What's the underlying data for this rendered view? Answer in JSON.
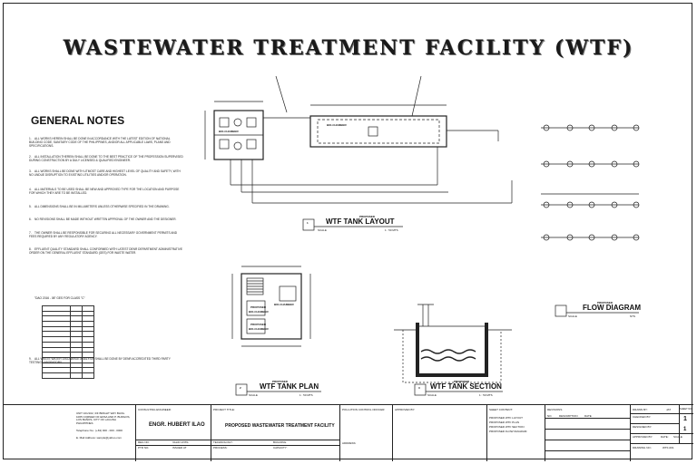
{
  "title": "WASTEWATER TREATMENT FACILITY (WTF)",
  "notes": {
    "heading": "GENERAL NOTES",
    "items": [
      {
        "n": "1.",
        "text": "ALL WORKS HEREIN SHALL BE DONE IN ACCORDANCE WITH THE LATEST EDITION OF NATIONAL BUILDING CODE, SANITARY CODE OF THE PHILIPPINES, AND/OR ALL APPLICABLE LAWS, PLANS AND SPECIFICATIONS."
      },
      {
        "n": "2.",
        "text": "ALL INSTALLATION THEREIN SHALL BE DONE TO THE BEST PRACTICE OF THE PROFESSION SUPERVISED DURING CONSTRUCTION BY A DULY LICENSED & QUALIFIED ENGINEER."
      },
      {
        "n": "3.",
        "text": "ALL WORKS SHALL BE DONE WITH UTMOST CARE AND HIGHEST LEVEL OF QUALITY AND SAFETY, WITH NO UNDUE DISRUPTION TO EXISTING UTILITIES AND/OR OPERATION."
      },
      {
        "n": "4.",
        "text": "ALL MATERIALS TO BE USED SHALL BE NEW AND APPROVED TYPE FOR THE LOCATION AND PURPOSE FOR WHICH THEY ARE TO BE INSTALLED."
      },
      {
        "n": "5.",
        "text": "ALL DIMENSIONS SHALL BE IN MILLIMETERS UNLESS OTHERWISE SPECIFIED IN THE DRAWING."
      },
      {
        "n": "6.",
        "text": "NO REVISIONS SHALL BE MADE WITHOUT WRITTEN APPROVAL OF THE OWNER AND THE DESIGNER."
      },
      {
        "n": "7.",
        "text": "THE OWNER SHALL BE RESPONSIBLE FOR SECURING ALL NECESSARY GOVERNMENT PERMITS AND FEES REQUIRED BY ANY REGULATORY AGENCY."
      },
      {
        "n": "8.",
        "text": "EFFLUENT QUALITY STANDARD SHALL CONFORMED WITH LATEST DENR DEPARTMENT ADMINISTRATIVE ORDER ON THE GENERAL EFFLUENT STANDARD (GES) FOR WASTE WATER."
      }
    ],
    "table_caption": "\"DAO 2016 - 08\" GES FOR CLASS \"C\"",
    "table_rows": [
      [
        "",
        "",
        ""
      ],
      [
        "",
        "",
        ""
      ],
      [
        "",
        "",
        ""
      ],
      [
        "",
        "",
        ""
      ],
      [
        "",
        "",
        ""
      ],
      [
        "",
        "",
        ""
      ],
      [
        "",
        "",
        ""
      ],
      [
        "",
        "",
        ""
      ],
      [
        "",
        "",
        ""
      ],
      [
        "",
        "",
        ""
      ],
      [
        "",
        "",
        ""
      ],
      [
        "",
        "",
        ""
      ],
      [
        "",
        "",
        ""
      ],
      [
        "",
        "",
        ""
      ]
    ],
    "last": {
      "n": "9.",
      "text": "ALL WASTE WATER DISCHARGE ANALYSIS SHALL BE DONE BY DENR ACCREDITED THIRD PARTY TESTING LABORATORY."
    }
  },
  "drawings": {
    "layout": {
      "num": "1",
      "sub": "PROPOSED",
      "title": "WTF TANK LAYOUT",
      "scale": "SCALE",
      "scale_val": "1 : 50 MTS"
    },
    "plan": {
      "num": "2",
      "sub": "PROPOSED",
      "title": "WTF TANK PLAN",
      "scale": "SCALE",
      "scale_val": "1 : 50 MTS"
    },
    "section": {
      "num": "3",
      "sub": "PROPOSED",
      "title": "WTF TANK SECTION",
      "scale": "SCALE",
      "scale_val": "1 : 50 MTS"
    },
    "flow": {
      "num": "",
      "sub": "PROPOSED",
      "title": "FLOW DIAGRAM",
      "scale": "SCALE",
      "scale_val": "NTS"
    },
    "labels": {
      "bio1": "BIO-CHAMBER",
      "bio2": "BIO-CHAMBER",
      "bio3": "BIO-CHAMBER",
      "proposed1": "PROPOSED",
      "proposed2": "PROPOSED",
      "bio4": "BIO-CHAMBER",
      "bio5": "BIO-CHAMBER"
    }
  },
  "titleblock": {
    "owner": "UNIT 101/102, 3/F BRIGHT WAY BLDG. 1065 CORNER OF EDSA AND P. BURGOS, LOS BAÑOS, CITY OF LAGUNA PHILIPPINES",
    "contact": "Telephone No.: (+63) 000 - 000 - 0000",
    "email": "E. Mail Address: sample@yahoo.com",
    "consulting_label": "CONSULTING ENGINEER:",
    "engineer": "ENGR. HUBERT ILAO",
    "project_label": "PROJECT TITLE:",
    "project": "PROPOSED WASTEWATER TREATMENT FACILITY",
    "pco_label": "POLLUTION CONTROL OFFICER:",
    "approved_label": "APPROVED BY:",
    "address_label": "ADDRESS:",
    "sheet_content_label": "SHEET CONTENT:",
    "sheet_content": [
      "PROPOSED WTF LAYOUT",
      "PROPOSED WTF PLAN",
      "PROPOSED WTF SECTION",
      "PROPOSED FLOW DIAGRAM"
    ],
    "revisions_label": "REVISIONS",
    "rev_cols": [
      "NO.",
      "DESCRIPTION",
      "DATE"
    ],
    "drawn_label": "DRAWN BY:",
    "drawn": "JAT",
    "sheet_no_label": "SHEET NO.:",
    "sheet_no": "1",
    "checked_label": "CHECKED BY:",
    "designed_label": "DESIGNED BY:",
    "approved2_label": "APPROVED BY:",
    "date_label": "DATE:",
    "scale_label": "SCALE",
    "drawing_no_label": "DRAWING NO.:",
    "drawing_no": "WTF-001",
    "total_sheets": "1",
    "sub_labels": [
      "REG NO.",
      "VALID UNTIL",
      "PTR NO.",
      "ISSUED AT",
      "TECHNOLOGY:",
      "PROCESS:",
      "BUILDING:",
      "CAPACITY:"
    ]
  }
}
